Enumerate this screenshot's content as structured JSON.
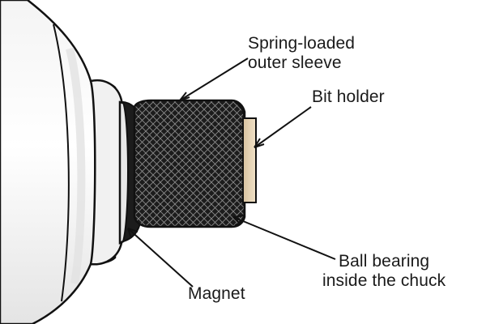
{
  "labels": {
    "spring_loaded_sleeve": [
      "Spring-loaded",
      "outer sleeve"
    ],
    "bit_holder": "Bit holder",
    "ball_bearing": [
      "Ball bearing",
      "inside the chuck"
    ],
    "magnet": "Magnet"
  },
  "colors": {
    "outline": "#111111",
    "body_fill": "#ffffff",
    "body_shade": "#d9d9d9",
    "sleeve_dark": "#1c1c1c",
    "knurl_line": "#8a8a8a",
    "bit_holder_fill": "#e9d6b8",
    "label_text": "#1a1a1a"
  },
  "icons": {
    "drill_body": "drill-body-illustration",
    "chuck": "knurled-chuck-illustration",
    "bit": "bit-holder-illustration"
  }
}
